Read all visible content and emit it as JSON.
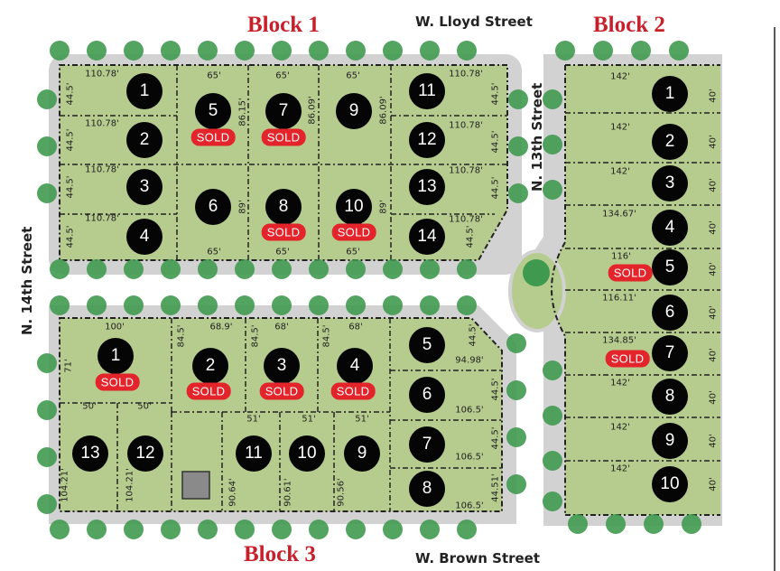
{
  "blocks": {
    "block1": "Block 1",
    "block2": "Block 2",
    "block3": "Block 3"
  },
  "streets": {
    "north": "W. Lloyd Street",
    "south": "W. Brown Street",
    "west": "N. 14th Street",
    "east": "N. 13th Street"
  },
  "sold_label": "SOLD",
  "colors": {
    "lot_fill": "#b6cc8e",
    "road": "#d2d2d2",
    "tree": "#3f9a4f",
    "sold_badge": "#e3242b",
    "title": "#c8202b"
  },
  "block1": {
    "lots": [
      {
        "n": "1",
        "sold": false
      },
      {
        "n": "2",
        "sold": false
      },
      {
        "n": "3",
        "sold": false
      },
      {
        "n": "4",
        "sold": false
      },
      {
        "n": "5",
        "sold": true
      },
      {
        "n": "6",
        "sold": false
      },
      {
        "n": "7",
        "sold": true
      },
      {
        "n": "8",
        "sold": true
      },
      {
        "n": "9",
        "sold": false
      },
      {
        "n": "10",
        "sold": true
      },
      {
        "n": "11",
        "sold": false
      },
      {
        "n": "12",
        "sold": false
      },
      {
        "n": "13",
        "sold": false
      },
      {
        "n": "14",
        "sold": false
      }
    ],
    "dims": [
      "110.78'",
      "110.78'",
      "110.78'",
      "110.78'",
      "44.5'",
      "44.5'",
      "44.5'",
      "44.5'",
      "65'",
      "65'",
      "65'",
      "86.15'",
      "86.09'",
      "86.09'",
      "89'",
      "89'",
      "65'",
      "65'",
      "65'",
      "110.78'",
      "110.78'",
      "110.78'",
      "110.78'",
      "44.5'",
      "44.5'",
      "44.5'",
      "44.5'"
    ]
  },
  "block2": {
    "lots": [
      {
        "n": "1",
        "sold": false
      },
      {
        "n": "2",
        "sold": false
      },
      {
        "n": "3",
        "sold": false
      },
      {
        "n": "4",
        "sold": false
      },
      {
        "n": "5",
        "sold": true
      },
      {
        "n": "6",
        "sold": false
      },
      {
        "n": "7",
        "sold": true
      },
      {
        "n": "8",
        "sold": false
      },
      {
        "n": "9",
        "sold": false
      },
      {
        "n": "10",
        "sold": false
      }
    ],
    "dims": [
      "142'",
      "142'",
      "142'",
      "134.67'",
      "116'",
      "116.11'",
      "134.85'",
      "142'",
      "142'",
      "142'",
      "40'",
      "40'",
      "40'",
      "40'",
      "40'",
      "40'",
      "40'",
      "40'",
      "40'",
      "40'"
    ]
  },
  "block3": {
    "lots": [
      {
        "n": "1",
        "sold": true
      },
      {
        "n": "2",
        "sold": true
      },
      {
        "n": "3",
        "sold": true
      },
      {
        "n": "4",
        "sold": true
      },
      {
        "n": "5",
        "sold": false
      },
      {
        "n": "6",
        "sold": false
      },
      {
        "n": "7",
        "sold": false
      },
      {
        "n": "8",
        "sold": false
      },
      {
        "n": "9",
        "sold": false
      },
      {
        "n": "10",
        "sold": false
      },
      {
        "n": "11",
        "sold": false
      },
      {
        "n": "12",
        "sold": false
      },
      {
        "n": "13",
        "sold": false
      }
    ],
    "dims": [
      "100'",
      "68.9'",
      "68'",
      "68'",
      "71'",
      "84.5'",
      "84.5'",
      "84.5'",
      "44.5'",
      "94.98'",
      "44.5'",
      "106.5'",
      "44.5'",
      "106.5'",
      "44.51'",
      "106.5'",
      "50'",
      "50'",
      "51'",
      "51'",
      "51'",
      "104.21'",
      "104.21'",
      "90.64'",
      "90.61'",
      "90.56'"
    ]
  }
}
